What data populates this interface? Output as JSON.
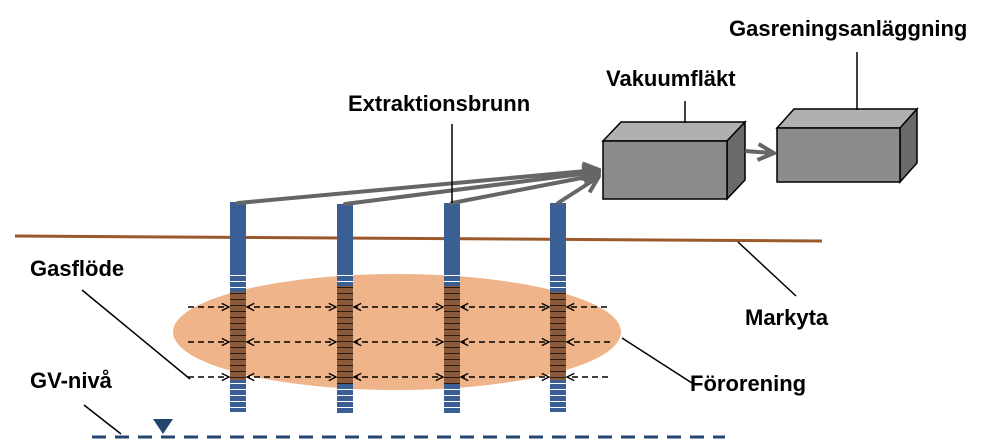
{
  "labels": {
    "gas_treatment": "Gasreningsanläggning",
    "vacuum_fan": "Vakuumfläkt",
    "extraction_well": "Extraktionsbrunn",
    "gas_flow": "Gasflöde",
    "ground_surface": "Markyta",
    "groundwater_level": "GV-nivå",
    "contamination": "Förorening"
  },
  "colors": {
    "ground": "#9a5a2c",
    "plume": "#f0b48a",
    "well": "#3a5f95",
    "screen": "#8a5a3a",
    "box": "#8c8c8c",
    "arrow": "#666666",
    "water": "#24456e"
  }
}
